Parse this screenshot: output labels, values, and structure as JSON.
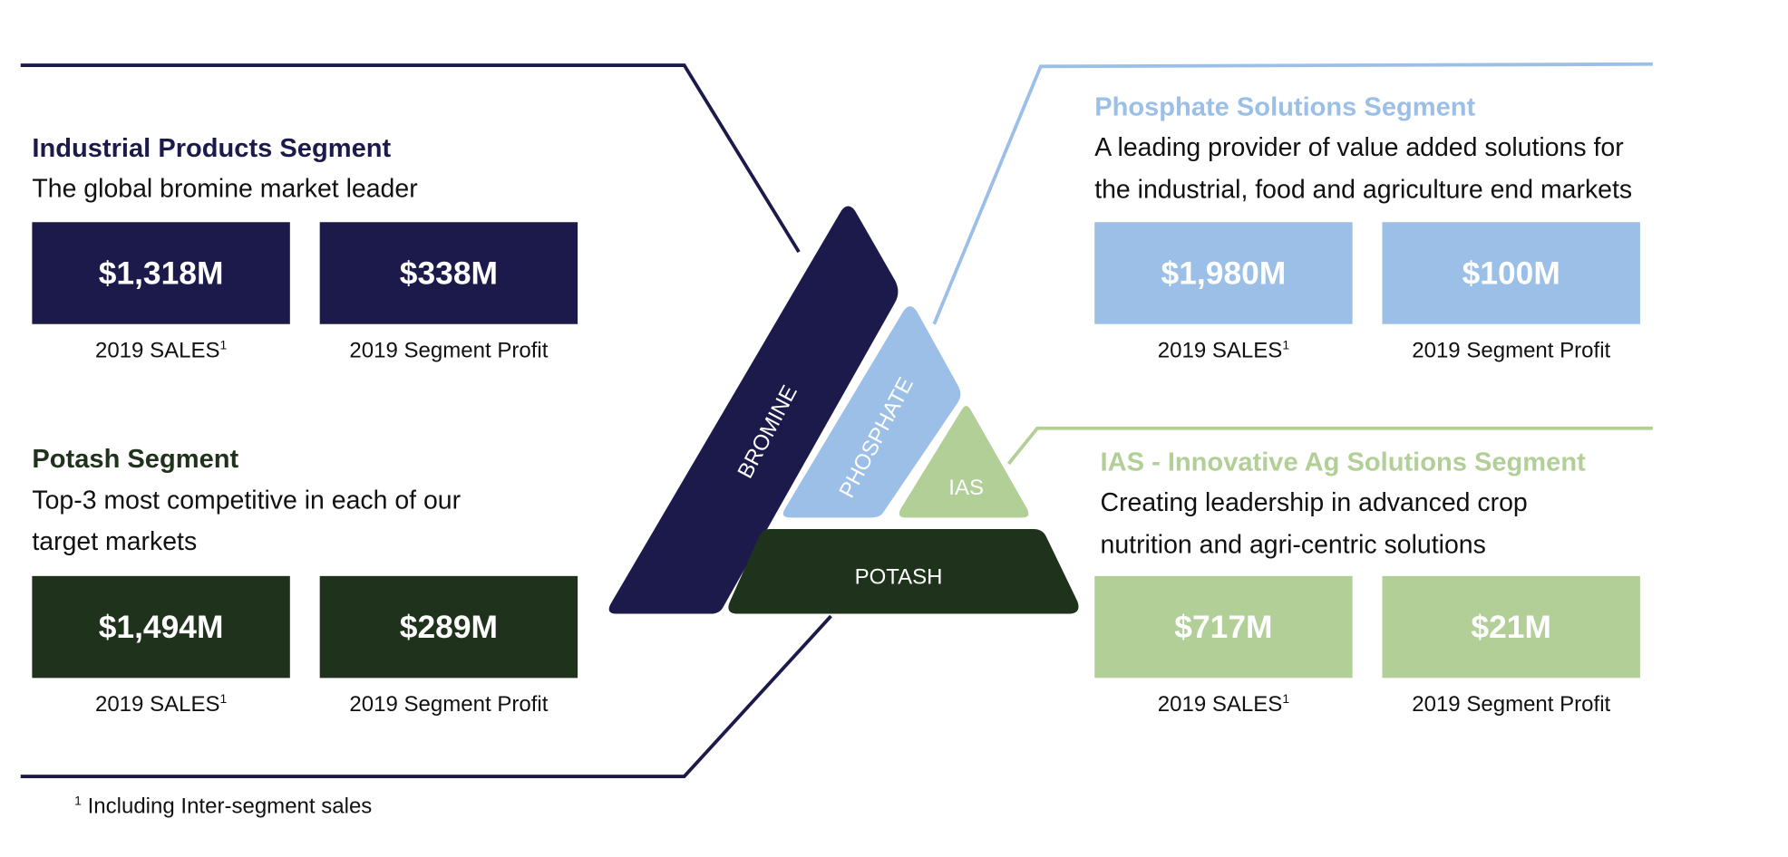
{
  "colors": {
    "navy": "#1b1a4b",
    "dark_green": "#1f331c",
    "light_blue": "#9bbfe6",
    "light_green": "#b1cf97"
  },
  "segments": {
    "industrial": {
      "title": "Industrial Products Segment",
      "desc": [
        "The global bromine market leader"
      ],
      "sales": "$1,318M",
      "profit": "$338M",
      "sales_label": "2019 SALES",
      "profit_label": "2019 Segment Profit",
      "footnote_mark": "1"
    },
    "potash": {
      "title": "Potash Segment",
      "desc": [
        "Top-3 most competitive in each of our",
        "target markets"
      ],
      "sales": "$1,494M",
      "profit": "$289M",
      "sales_label": "2019 SALES",
      "profit_label": "2019 Segment Profit",
      "footnote_mark": "1"
    },
    "phosphate": {
      "title": "Phosphate Solutions Segment",
      "desc": [
        "A leading provider of value added solutions for",
        "the industrial, food and agriculture end markets"
      ],
      "sales": "$1,980M",
      "profit": "$100M",
      "sales_label": "2019 SALES",
      "profit_label": "2019 Segment Profit",
      "footnote_mark": "1"
    },
    "ias": {
      "title": "IAS - Innovative Ag Solutions Segment",
      "desc": [
        "Creating leadership in advanced crop",
        "nutrition and agri-centric solutions"
      ],
      "sales": "$717M",
      "profit": "$21M",
      "sales_label": "2019 SALES",
      "profit_label": "2019 Segment Profit",
      "footnote_mark": "1"
    }
  },
  "pyramid": {
    "bromine": "BROMINE",
    "phosphate": "PHOSPHATE",
    "ias": "IAS",
    "potash": "POTASH"
  },
  "footnote": {
    "mark": "1",
    "text": "Including Inter-segment sales"
  }
}
